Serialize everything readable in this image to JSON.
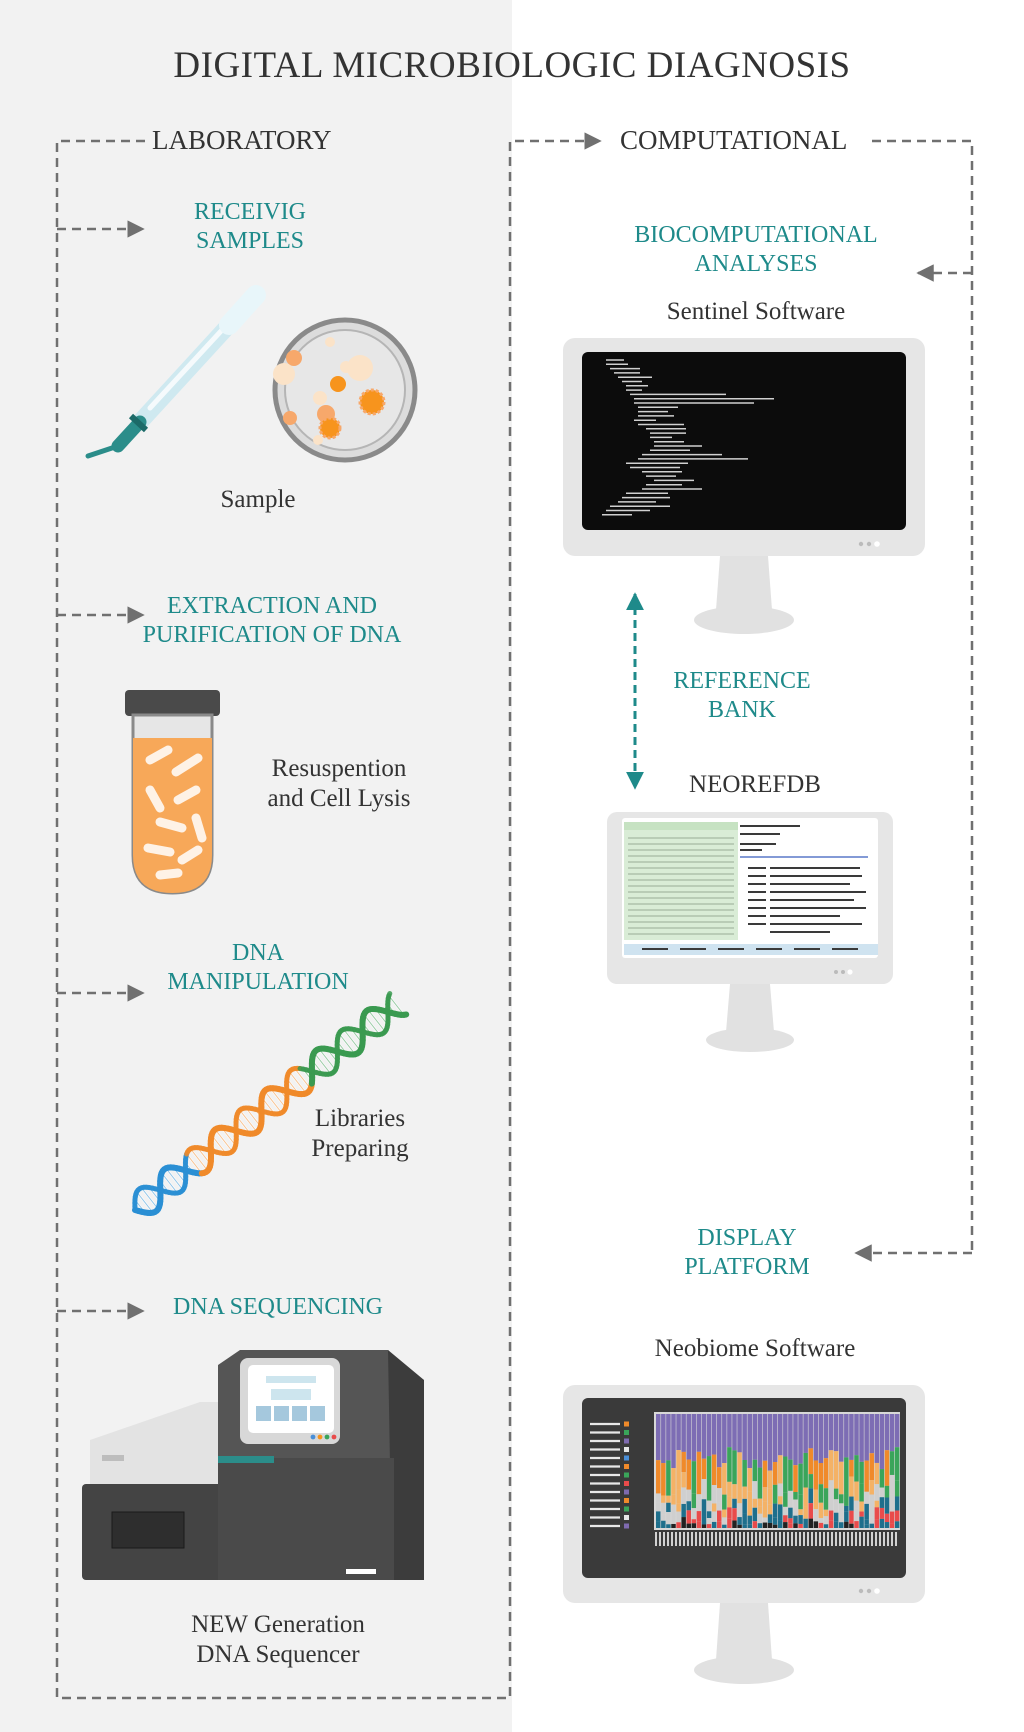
{
  "title": "DIGITAL MICROBIOLOGIC DIAGNOSIS",
  "laboratory": {
    "heading": "LABORATORY",
    "steps": [
      {
        "title_lines": [
          "RECEIVIG",
          "SAMPLES"
        ],
        "caption_lines": [
          "Sample"
        ],
        "icon": "petri-dish-pipette-icon"
      },
      {
        "title_lines": [
          "EXTRACTION AND",
          "PURIFICATION OF DNA"
        ],
        "caption_lines": [
          "Resuspention",
          "and Cell Lysis"
        ],
        "icon": "test-tube-icon"
      },
      {
        "title_lines": [
          "DNA",
          "MANIPULATION"
        ],
        "caption_lines": [
          "Libraries",
          "Preparing"
        ],
        "icon": "dna-helix-icon"
      },
      {
        "title_lines": [
          "DNA SEQUENCING"
        ],
        "caption_lines": [
          "NEW Generation",
          "DNA Sequencer"
        ],
        "icon": "sequencer-machine-icon"
      }
    ]
  },
  "computational": {
    "heading": "COMPUTATIONAL",
    "steps": [
      {
        "title_lines": [
          "BIOCOMPUTATIONAL",
          "ANALYSES"
        ],
        "caption": "Sentinel Software",
        "icon": "code-monitor-icon"
      },
      {
        "title_lines": [
          "REFERENCE",
          "BANK"
        ],
        "caption": "NEOREFDB",
        "icon": "database-monitor-icon"
      },
      {
        "title_lines": [
          "DISPLAY",
          "PLATFORM"
        ],
        "caption": "Neobiome Software",
        "icon": "chart-monitor-icon"
      }
    ]
  },
  "colors": {
    "teal": "#1e8a8a",
    "text": "#333333",
    "dashed_line": "#707070",
    "left_panel": "#f2f2f2",
    "orange": "#f7941d"
  }
}
